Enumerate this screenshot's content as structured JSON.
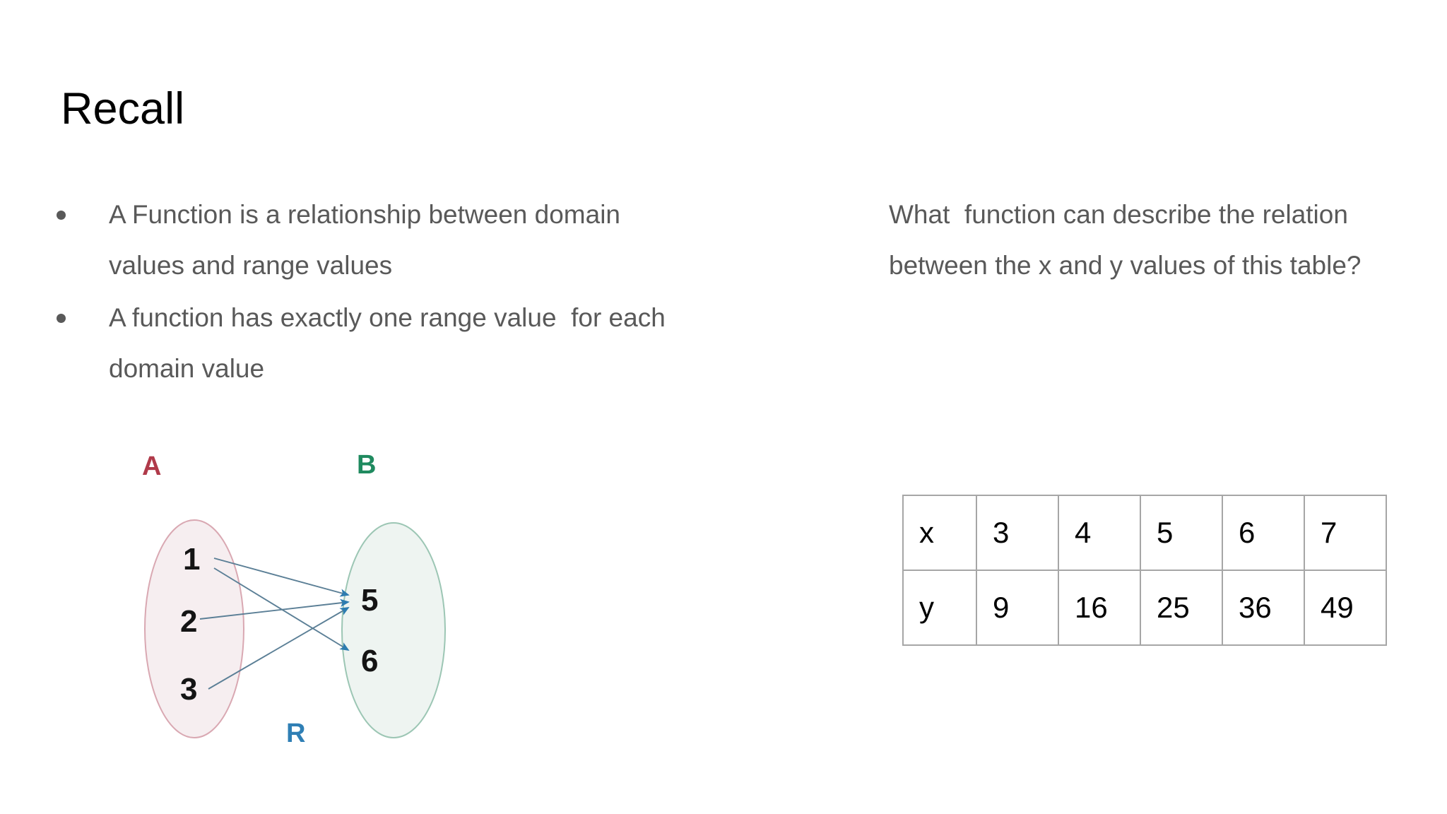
{
  "slide": {
    "title": "Recall",
    "background_color": "#ffffff",
    "body_text_color": "#595959",
    "title_color": "#000000"
  },
  "left_column": {
    "bullets": [
      "A Function is a relationship between domain values and range values",
      "A function has exactly one range value  for each domain value"
    ],
    "bullet_marker": "bullet-dot"
  },
  "right_column": {
    "question": "What  function can describe the relation between the x and y values of this table?"
  },
  "mapping_diagram": {
    "set_a": {
      "label": "A",
      "label_color": "#b03a4a",
      "outline_color": "#d9a8b2",
      "fill_color": "#f6eef0",
      "elements": [
        "1",
        "2",
        "3"
      ]
    },
    "set_b": {
      "label": "B",
      "label_color": "#1f8a5f",
      "outline_color": "#9cc6b4",
      "fill_color": "#eef4f1",
      "elements": [
        "5",
        "6"
      ]
    },
    "relation": {
      "label": "R",
      "label_color": "#2f7fb5",
      "arrow_color": "#5b7f96",
      "arrowhead_color": "#2d7cb0",
      "pairs": [
        [
          "1",
          "5"
        ],
        [
          "1",
          "6"
        ],
        [
          "2",
          "5"
        ],
        [
          "3",
          "5"
        ]
      ]
    }
  },
  "chart_data": {
    "type": "table",
    "title": "",
    "rows": [
      {
        "header": "x",
        "values": [
          "3",
          "4",
          "5",
          "6",
          "7"
        ]
      },
      {
        "header": "y",
        "values": [
          "9",
          "16",
          "25",
          "36",
          "49"
        ]
      }
    ],
    "border_color": "#a6a6a6",
    "text_color": "#000000"
  }
}
